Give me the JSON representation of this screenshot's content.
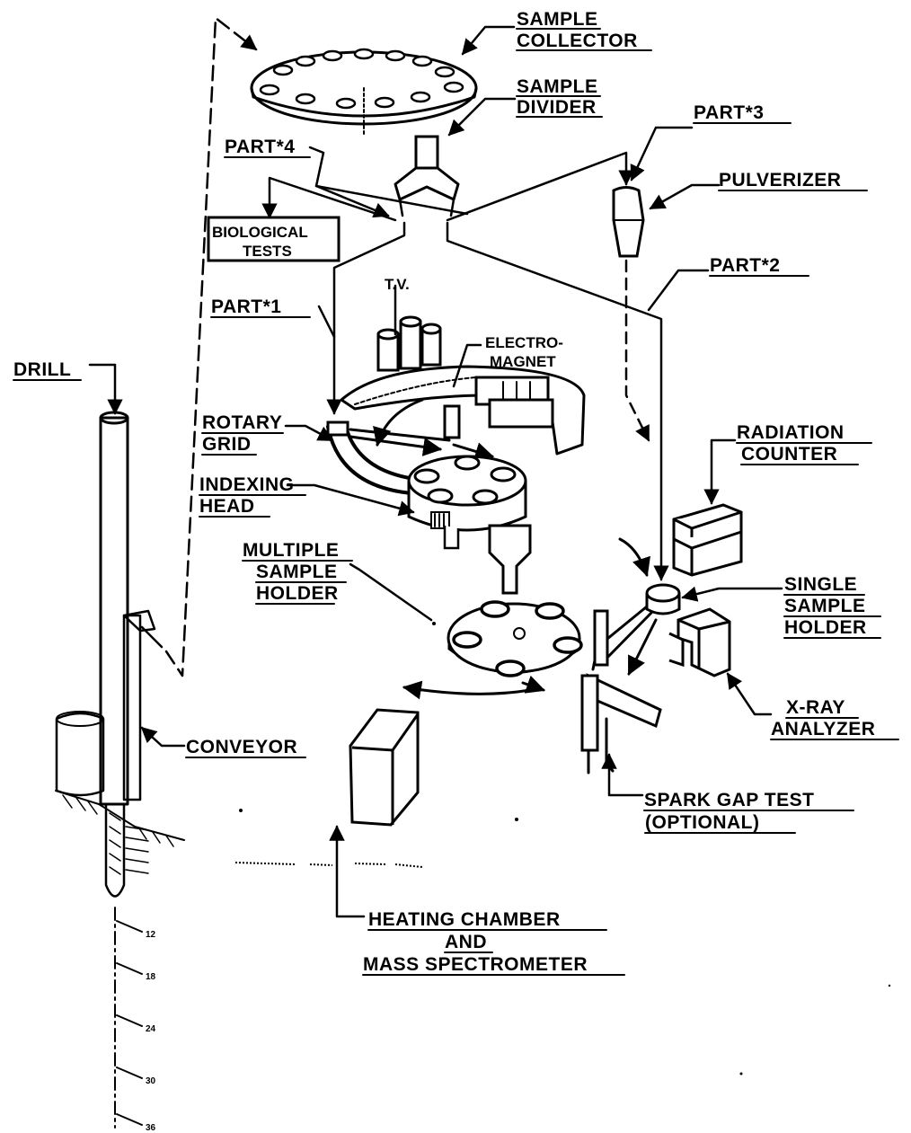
{
  "labels": {
    "sample_collector": [
      "SAMPLE",
      "COLLECTOR"
    ],
    "sample_divider": [
      "SAMPLE",
      "DIVIDER"
    ],
    "part3": "PART*3",
    "part4": "PART*4",
    "part2": "PART*2",
    "part1": "PART*1",
    "pulverizer": "PULVERIZER",
    "biological_tests": [
      "BIOLOGICAL",
      "TESTS"
    ],
    "tv": "T.V.",
    "electromagnet": [
      "ELECTRO-",
      "MAGNET"
    ],
    "drill": "DRILL",
    "rotary_grid": [
      "ROTARY",
      "GRID"
    ],
    "indexing_head": [
      "INDEXING",
      "HEAD"
    ],
    "radiation_counter": [
      "RADIATION",
      "COUNTER"
    ],
    "multiple_sample_holder": [
      "MULTIPLE",
      "SAMPLE",
      "HOLDER"
    ],
    "single_sample_holder": [
      "SINGLE",
      "SAMPLE",
      "HOLDER"
    ],
    "xray_analyzer": [
      "X-RAY",
      "ANALYZER"
    ],
    "conveyor": "CONVEYOR",
    "spark_gap_test": [
      "SPARK GAP TEST",
      "(OPTIONAL)"
    ],
    "heating_chamber": [
      "HEATING CHAMBER",
      "AND",
      "MASS SPECTROMETER"
    ]
  },
  "depth_ticks": [
    "12",
    "18",
    "24",
    "30",
    "36"
  ]
}
